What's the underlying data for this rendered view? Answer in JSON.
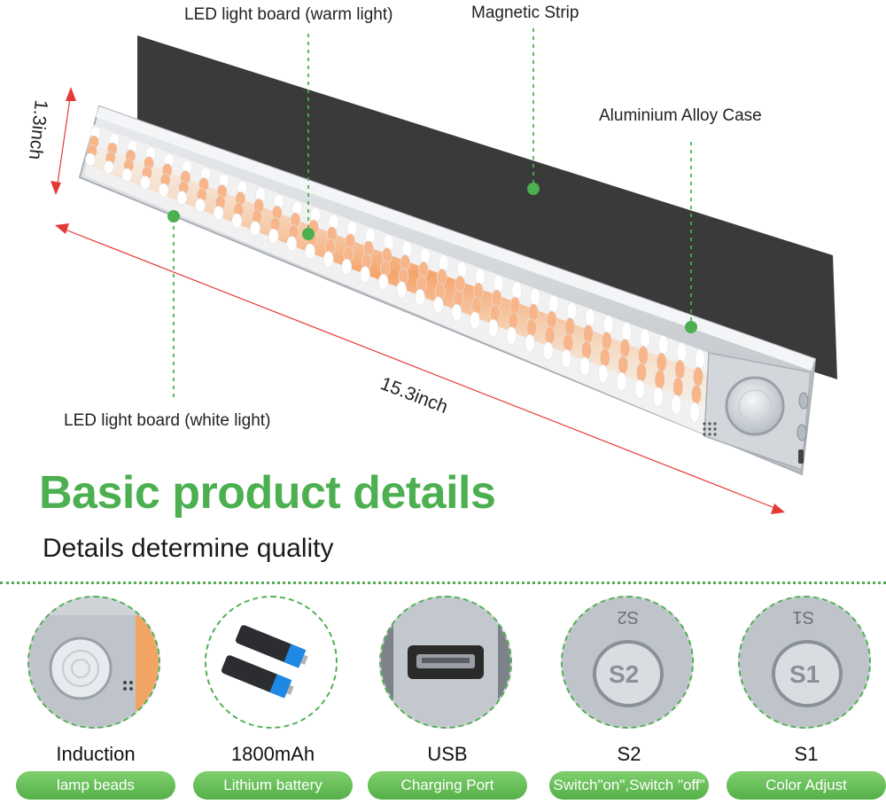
{
  "callouts": {
    "warm": "LED light board (warm light)",
    "magnetic": "Magnetic Strip",
    "aluminium": "Aluminium Alloy Case",
    "white": "LED light board (white light)"
  },
  "dimensions": {
    "height": "1.3inch",
    "length": "15.3inch"
  },
  "heading": "Basic product details",
  "subheading": "Details determine quality",
  "features": [
    {
      "title": "Induction",
      "label": "lamp beads"
    },
    {
      "title": "1800mAh",
      "label": "Lithium battery"
    },
    {
      "title": "USB",
      "label": "Charging Port"
    },
    {
      "title": "S2",
      "label": "Switch\"on\",Switch \"off\""
    },
    {
      "title": "S1",
      "label": "Color Adjust"
    }
  ],
  "button_marks": {
    "s2": "S2",
    "s1": "S1"
  },
  "colors": {
    "accent_green": "#4caf50",
    "warm_led": "#f5a46b",
    "dimension_red": "#e53935",
    "magnet_strip": "#3a3a3a"
  }
}
